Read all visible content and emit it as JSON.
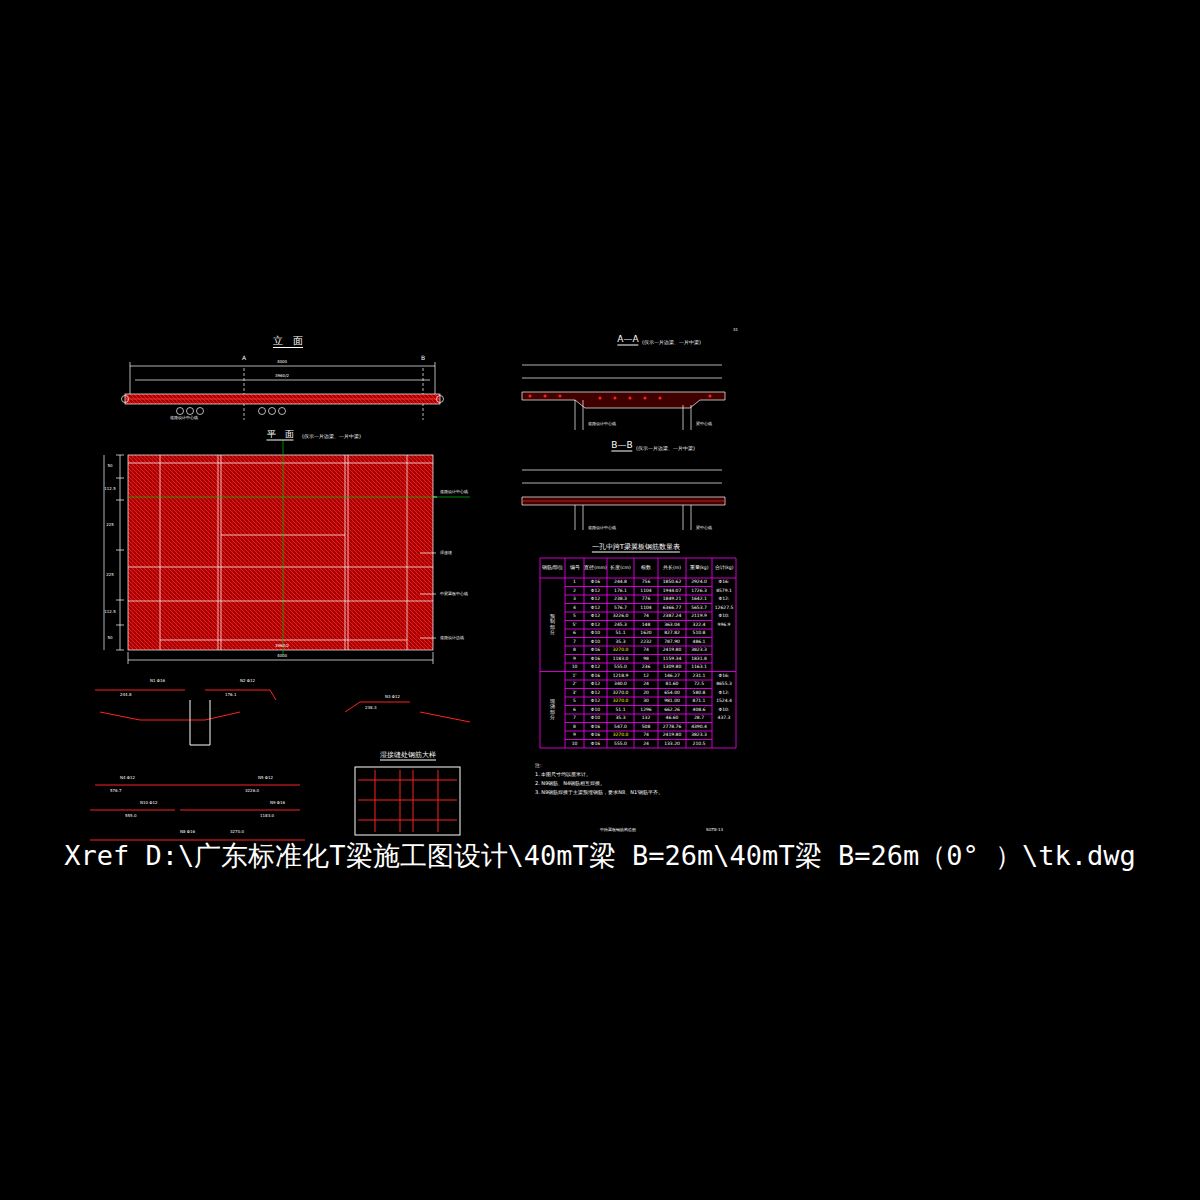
{
  "diagram": {
    "caption": "Xref D:\\广东标准化T梁施工图设计\\40mT梁 B=26m\\40mT梁 B=26m（0° ）\\tk.dwg",
    "labels": [
      "立　面",
      "平　面",
      "(仅示一片边梁、一片中梁)",
      "A—A",
      "(仅示一片边梁、一片中梁)",
      "B—B",
      "(仅示一片边梁、一片中梁)",
      "一孔中跨T梁翼板钢筋数量表",
      "湿接缝处钢筋大样",
      "注:",
      "1. 本图尺寸均以厘米计。",
      "2. N9钢筋、N4钢筋相互焊接。",
      "3. N9钢筋焊接于主梁预埋钢筋，要求N8、N1'钢筋平齐。",
      "中跨翼板钢筋构造图",
      "SGT8-13",
      "31",
      "4000",
      "3960/2",
      "A",
      "B",
      "道路设计中心线",
      "4000",
      "3960/2",
      "道路设计中心线",
      "湿接缝",
      "中梁翼板中心线",
      "道路设计边线",
      "50",
      "112.5",
      "225",
      "225",
      "112.5",
      "50",
      "道路设计中心线",
      "道路设计中心线",
      "梁中心线",
      "梁中心线",
      "N1 Φ16",
      "244.8",
      "N2 Φ12",
      "176.1",
      "N3 Φ12",
      "238.3",
      "N4 Φ12",
      "576.7",
      "N5 Φ12",
      "3226.0",
      "N9 Φ16",
      "1183.0",
      "N10 Φ12",
      "555.0",
      "N8 Φ16",
      "3270.0",
      "钢筋/部位",
      "编号",
      "直径(mm)",
      "长度(cm)",
      "根数",
      "共长(m)",
      "重量(kg)",
      "合计(kg)",
      "预制部分",
      "1",
      "Φ16",
      "244.8",
      "756",
      "1850.62",
      "2924.0",
      "2",
      "Φ12",
      "176.1",
      "1104",
      "1944.07",
      "1726.3",
      "3",
      "Φ12",
      "238.3",
      "776",
      "1849.21",
      "1642.1",
      "4",
      "Φ12",
      "576.7",
      "1104",
      "6366.77",
      "5653.7",
      "5",
      "Φ12",
      "3226.0",
      "74",
      "2387.24",
      "2119.9",
      "5'",
      "Φ12",
      "245.3",
      "148",
      "363.04",
      "322.4",
      "6",
      "Φ10",
      "51.1",
      "1620",
      "827.82",
      "510.8",
      "7",
      "Φ10",
      "35.3",
      "2232",
      "787.90",
      "486.1",
      "8",
      "Φ16",
      "3270.0",
      "74",
      "2419.80",
      "3823.3",
      "9",
      "Φ16",
      "1183.0",
      "98",
      "1159.34",
      "1831.8",
      "10",
      "Φ12",
      "555.0",
      "236",
      "1309.80",
      "1163.1",
      "Φ16:",
      "8579.1",
      "Φ12:",
      "12627.5",
      "Φ10:",
      "996.9",
      "现浇部分",
      "1'",
      "Φ16",
      "1218.9",
      "12",
      "146.27",
      "231.1",
      "2'",
      "Φ12",
      "340.0",
      "24",
      "81.60",
      "72.5",
      "3'",
      "Φ12",
      "3270.0",
      "20",
      "654.00",
      "580.8",
      "5",
      "Φ12",
      "3270.0",
      "30",
      "981.00",
      "871.1",
      "6",
      "Φ10",
      "51.1",
      "1296",
      "662.26",
      "408.6",
      "7",
      "Φ10",
      "35.3",
      "132",
      "46.60",
      "28.7",
      "8",
      "Φ16",
      "547.0",
      "508",
      "2778.76",
      "4390.4",
      "9",
      "Φ16",
      "3270.0",
      "74",
      "2419.80",
      "3823.3",
      "10",
      "Φ16",
      "555.0",
      "24",
      "133.20",
      "210.5",
      "Φ16:",
      "8655.3",
      "Φ12:",
      "1524.4",
      "Φ10:",
      "437.3"
    ]
  }
}
